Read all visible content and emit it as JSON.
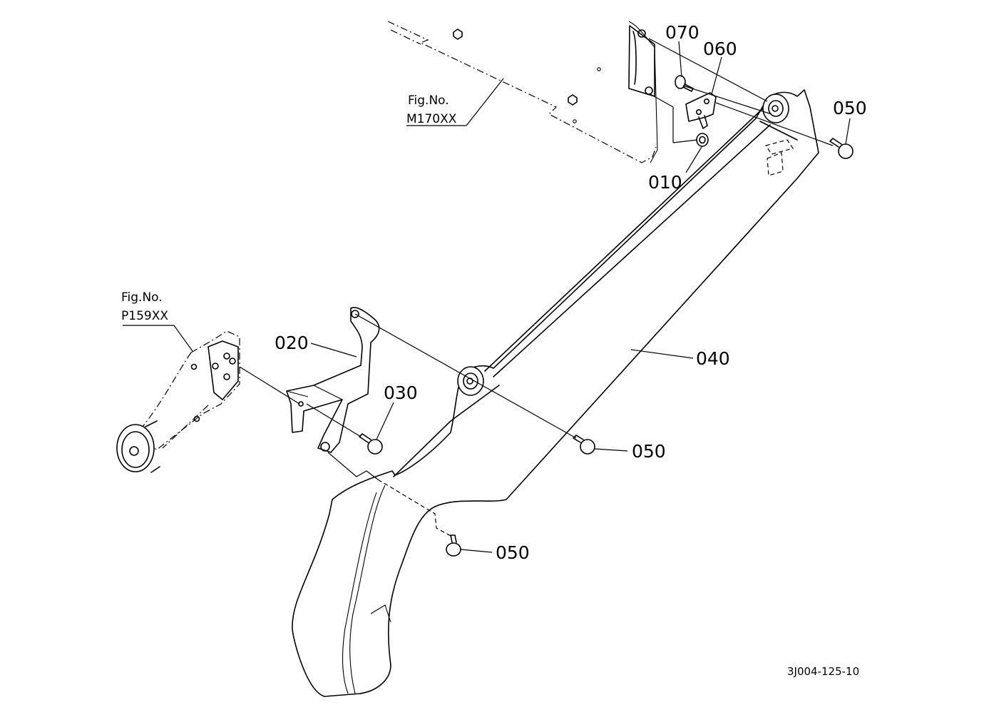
{
  "references": {
    "top": {
      "line1": "Fig.No.",
      "line2": "M170XX"
    },
    "left": {
      "line1": "Fig.No.",
      "line2": "P159XX"
    }
  },
  "parts": {
    "p010": "010",
    "p020": "020",
    "p030": "030",
    "p040": "040",
    "p050_top": "050",
    "p050_mid": "050",
    "p050_low": "050",
    "p060": "060",
    "p070": "070"
  },
  "drawing_code": "3J004-125-10"
}
